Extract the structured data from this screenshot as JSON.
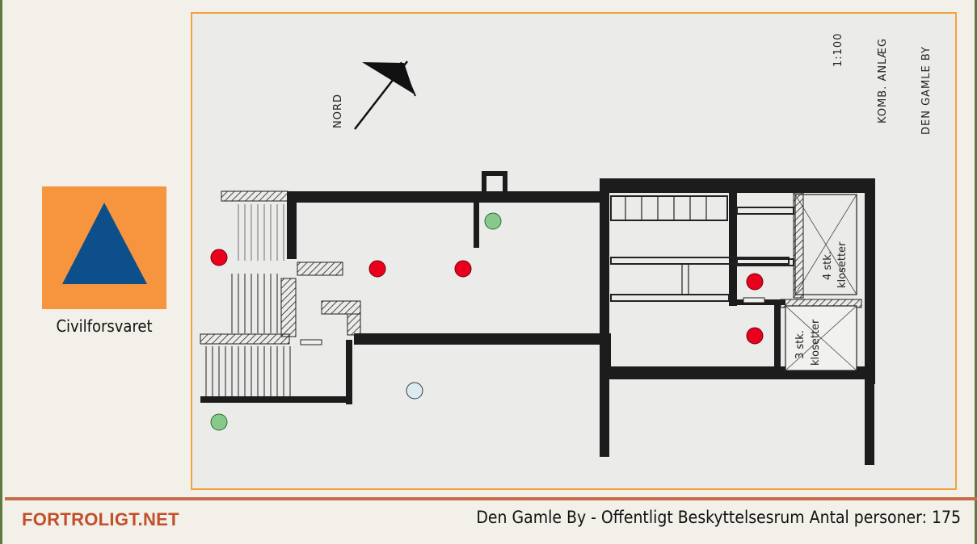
{
  "brand": {
    "logo_caption": "Civilforsvaret",
    "logo_color": "#f7943e",
    "triangle_color": "#0d4f8a"
  },
  "plan": {
    "compass_label": "NORD",
    "scale_label": "1:100",
    "type_label": "KOMB. ANLÆG",
    "place_label": "DEN GAMLE BY",
    "room_label_4": [
      "4 stk.",
      "klosetter"
    ],
    "room_label_3": [
      "3 stk.",
      "klosetter"
    ],
    "marker_colors": {
      "red": "#e8001c",
      "green": "#86c98a",
      "blue": "#dcebf2"
    }
  },
  "footer": {
    "brand": "FORTROLIGT.NET",
    "caption": "Den Gamle By - Offentligt Beskyttelsesrum Antal personer: 175"
  }
}
